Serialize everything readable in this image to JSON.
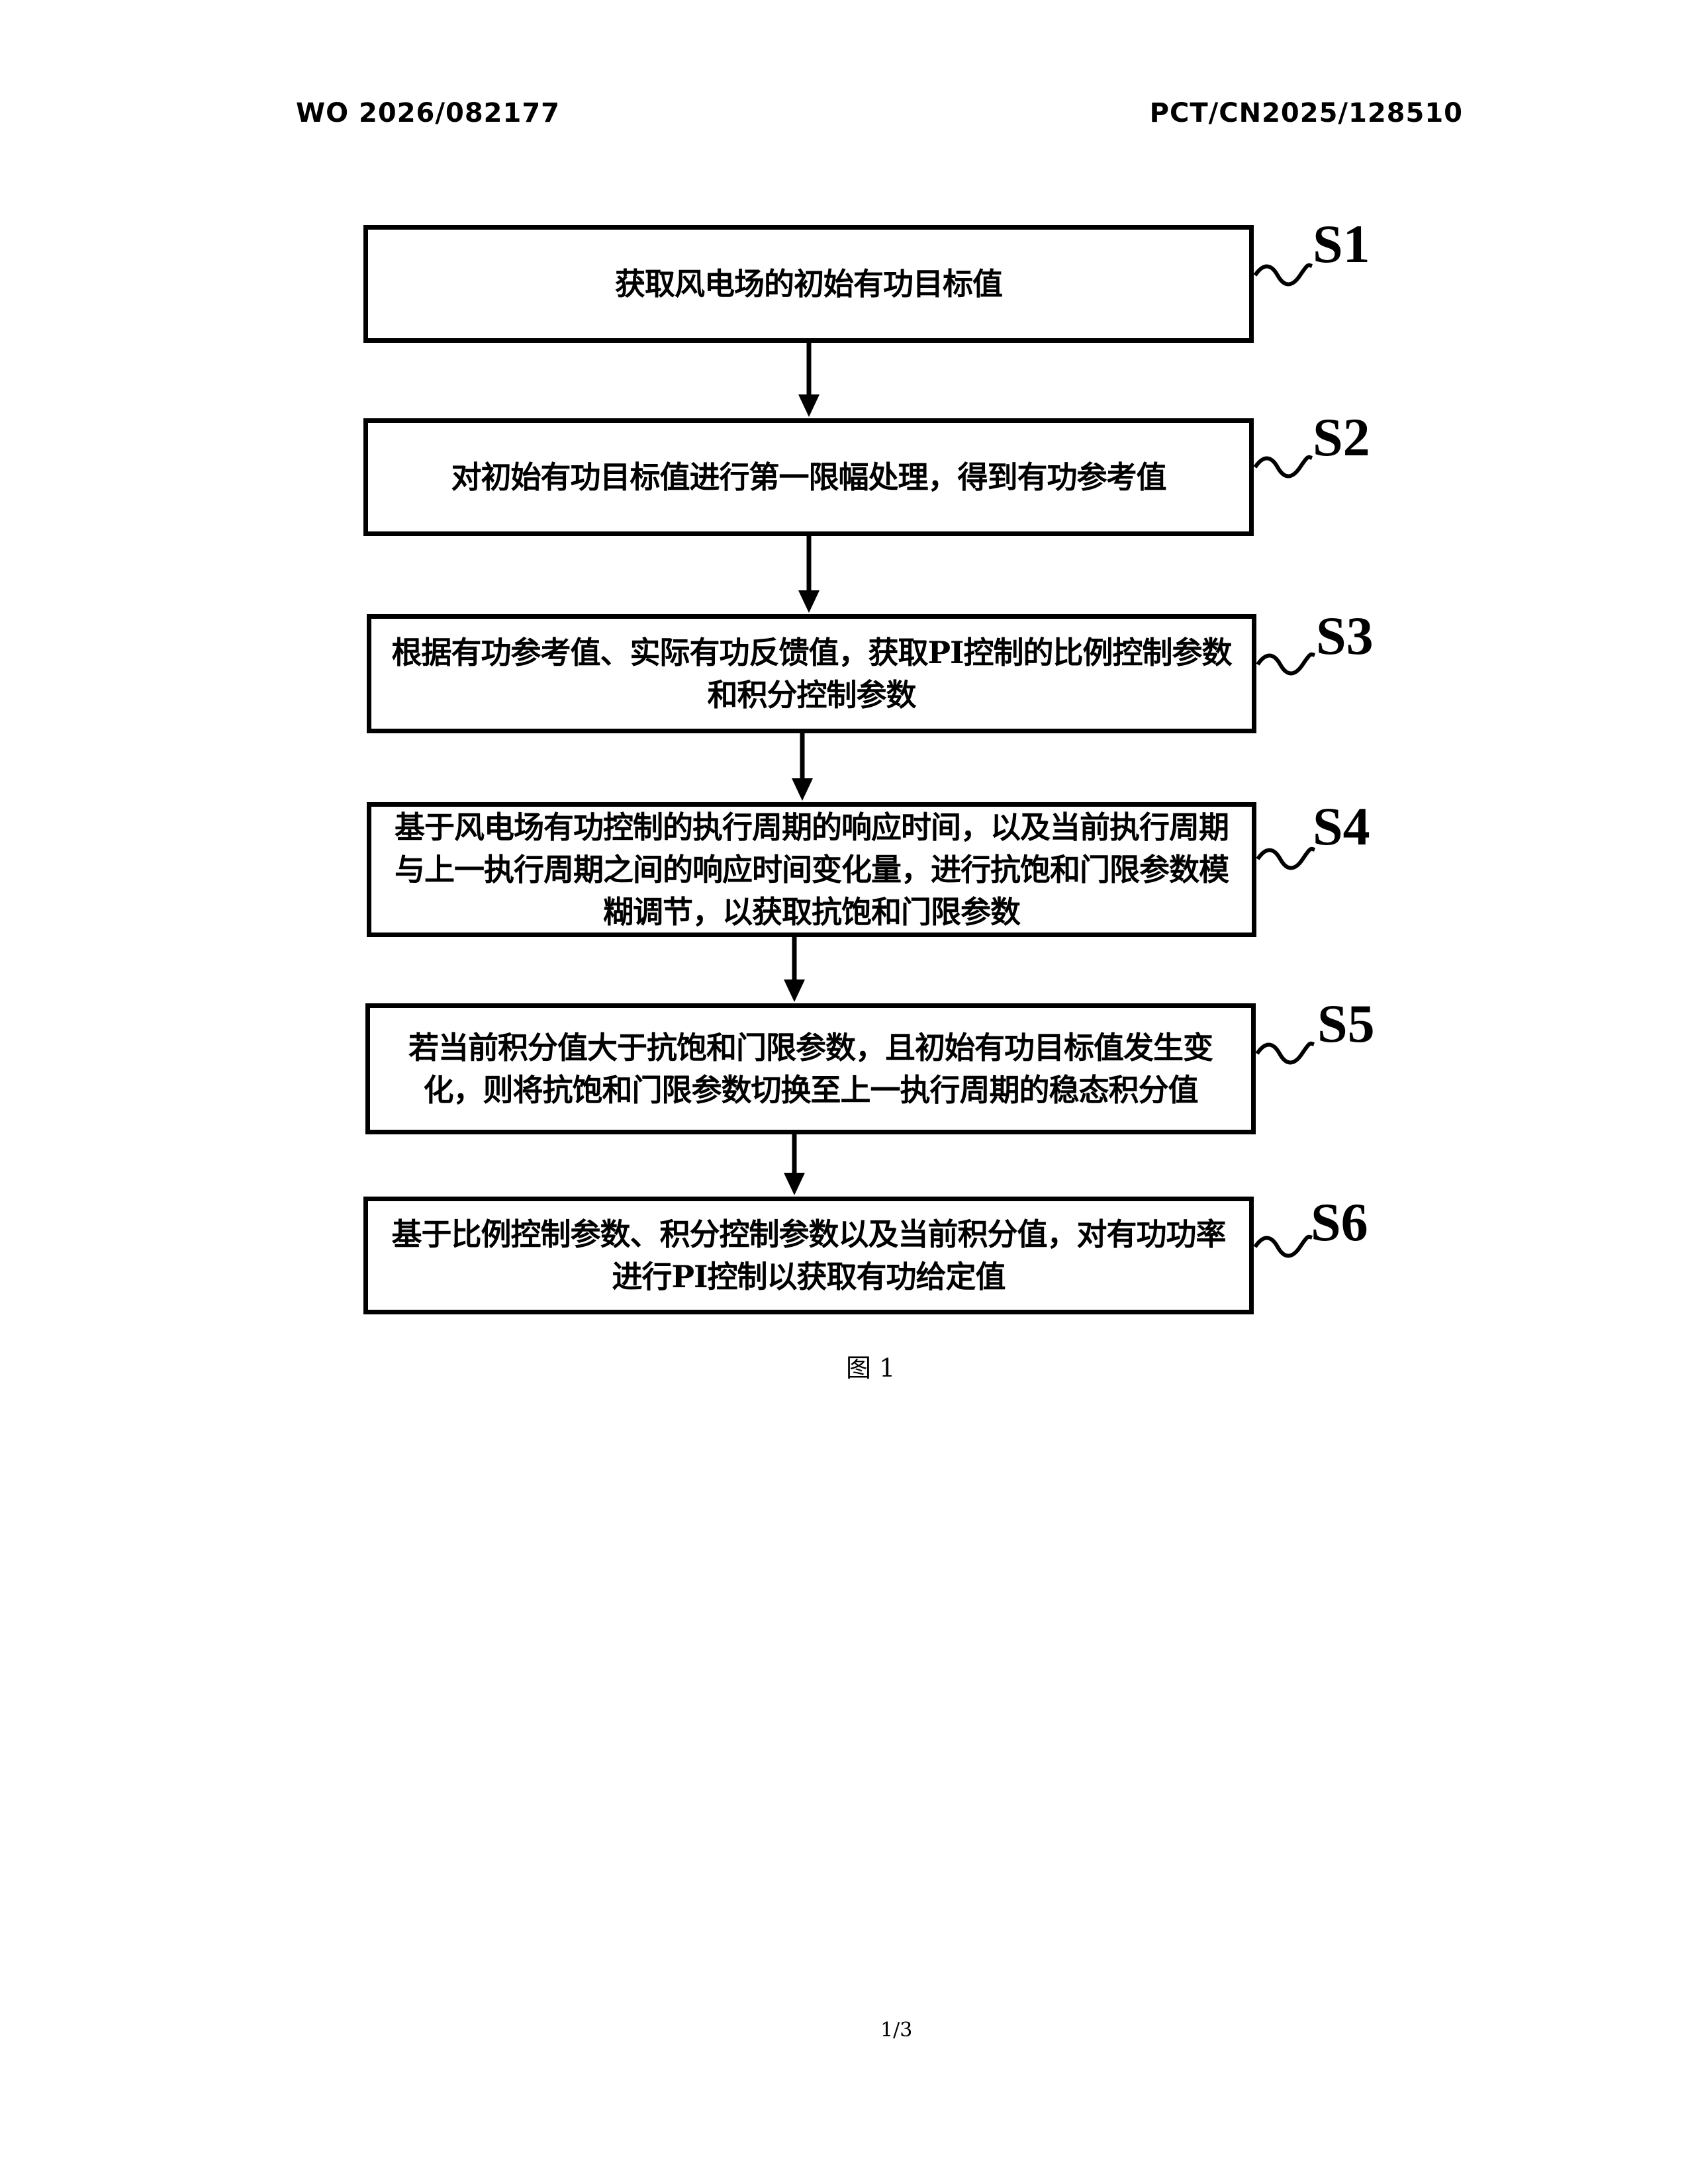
{
  "header": {
    "publication_number": "WO 2026/082177",
    "application_number": "PCT/CN2025/128510"
  },
  "steps": [
    {
      "label": "S1",
      "text": "获取风电场的初始有功目标值"
    },
    {
      "label": "S2",
      "text": "对初始有功目标值进行第一限幅处理，得到有功参考值"
    },
    {
      "label": "S3",
      "text": "根据有功参考值、实际有功反馈值，获取PI控制的比例控制参数和积分控制参数"
    },
    {
      "label": "S4",
      "text": "基于风电场有功控制的执行周期的响应时间，以及当前执行周期与上一执行周期之间的响应时间变化量，进行抗饱和门限参数模糊调节，以获取抗饱和门限参数"
    },
    {
      "label": "S5",
      "text": "若当前积分值大于抗饱和门限参数，且初始有功目标值发生变化，则将抗饱和门限参数切换至上一执行周期的稳态积分值"
    },
    {
      "label": "S6",
      "text": "基于比例控制参数、积分控制参数以及当前积分值，对有功功率进行PI控制以获取有功给定值"
    }
  ],
  "figure_caption": "图 1",
  "page_number": "1/3"
}
